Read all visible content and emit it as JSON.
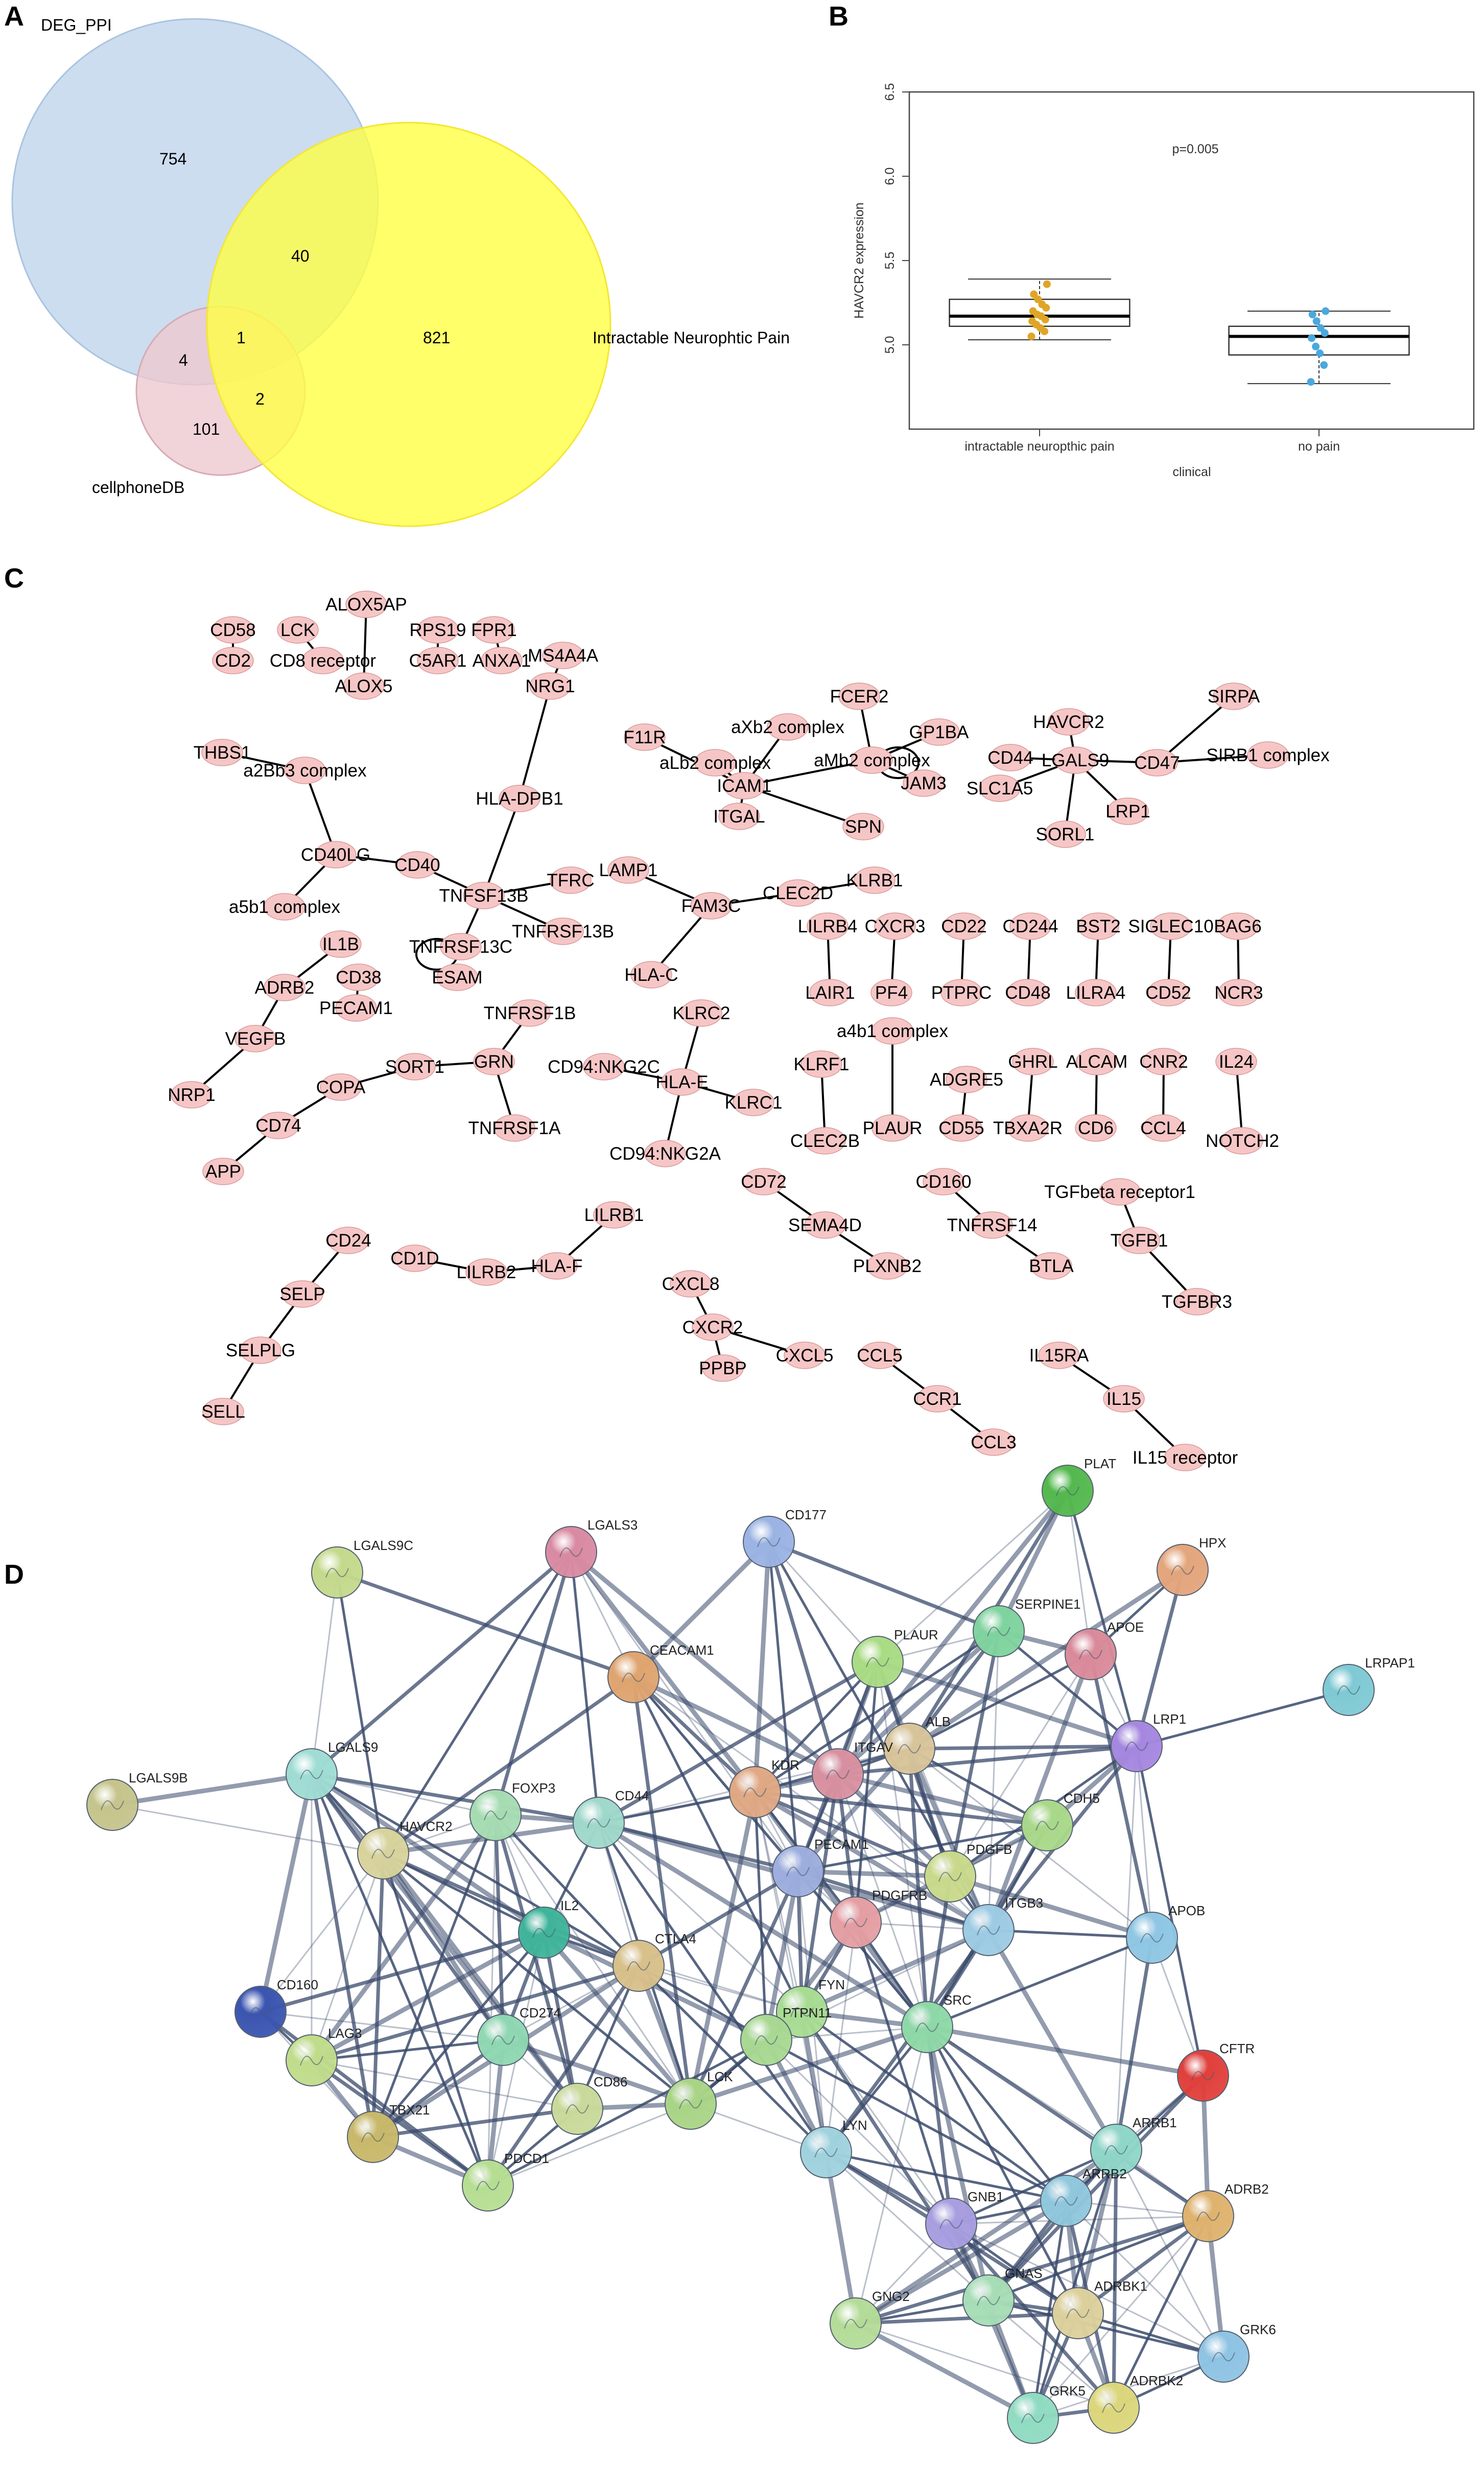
{
  "panel_labels": [
    "A",
    "B",
    "C",
    "D"
  ],
  "venn": {
    "sets": [
      "DEG_PPI",
      "Intractable Neurophtic Pain",
      "cellphoneDB"
    ],
    "colors": {
      "DEG_PPI": "#c6d9ee",
      "Intractable Neurophtic Pain": "#ffff44",
      "cellphoneDB": "#ecc9cf"
    },
    "counts": {
      "DEG_PPI_only": "754",
      "DEG_PPI_and_pain": "40",
      "pain_only": "821",
      "all_three": "1",
      "DEG_PPI_and_cellphoneDB": "4",
      "cellphoneDB_and_pain": "2",
      "cellphoneDB_only": "101"
    }
  },
  "chart_data": {
    "type": "box",
    "title": "",
    "xlabel": "clinical",
    "ylabel": "HAVCR2 expression",
    "ylim": [
      4.5,
      6.5
    ],
    "y_ticks": [
      "5.0",
      "5.5",
      "6.0",
      "6.5"
    ],
    "annotation": "p=0.005",
    "grid": false,
    "categories": [
      "intractable neuropthic pain",
      "no pain"
    ],
    "boxes": [
      {
        "category": "intractable neuropthic pain",
        "color": "#e0a526",
        "whisker_low": 5.03,
        "q1": 5.11,
        "median": 5.17,
        "q3": 5.27,
        "whisker_high": 5.39,
        "points": [
          5.05,
          5.08,
          5.1,
          5.12,
          5.14,
          5.15,
          5.17,
          5.18,
          5.2,
          5.22,
          5.24,
          5.27,
          5.3,
          5.36
        ]
      },
      {
        "category": "no pain",
        "color": "#4aa8df",
        "whisker_low": 4.77,
        "q1": 4.94,
        "median": 5.05,
        "q3": 5.11,
        "whisker_high": 5.2,
        "points": [
          4.78,
          4.88,
          4.95,
          4.99,
          5.04,
          5.07,
          5.1,
          5.14,
          5.18,
          5.2
        ]
      }
    ]
  },
  "network": {
    "nodes": [
      "CD58",
      "CD2",
      "LCK",
      "CD8 receptor",
      "ALOX5AP",
      "ALOX5",
      "RPS19",
      "C5AR1",
      "FPR1",
      "ANXA1",
      "MS4A4A",
      "NRG1",
      "THBS1",
      "a2Bb3 complex",
      "HLA-DPB1",
      "CD40LG",
      "CD40",
      "TNFSF13B",
      "TFRC",
      "TNFRSF13B",
      "TNFRSF13C",
      "ESAM",
      "a5b1 complex",
      "IL1B",
      "ADRB2",
      "VEGFB",
      "NRP1",
      "CD38",
      "PECAM1",
      "TNFRSF1B",
      "GRN",
      "SORT1",
      "TNFRSF1A",
      "COPA",
      "CD74",
      "APP",
      "F11R",
      "aXb2 complex",
      "FCER2",
      "GP1BA",
      "aLb2 complex",
      "aMb2 complex",
      "ICAM1",
      "JAM3",
      "ITGAL",
      "SPN",
      "LAMP1",
      "FAM3C",
      "CLEC2D",
      "KLRB1",
      "HLA-C",
      "HAVCR2",
      "SIRPA",
      "CD44",
      "CD47",
      "SIRB1 complex",
      "LGALS9",
      "SLC1A5",
      "LRP1",
      "SORL1",
      "LILRB4",
      "LAIR1",
      "CXCR3",
      "PF4",
      "CD22",
      "PTPRC",
      "CD244",
      "CD48",
      "BST2",
      "LILRA4",
      "SIGLEC10",
      "CD52",
      "BAG6",
      "NCR3",
      "KLRC2",
      "CD94:NKG2C",
      "HLA-E",
      "KLRC1",
      "CD94:NKG2A",
      "a4b1 complex",
      "KLRF1",
      "CLEC2B",
      "PLAUR",
      "ADGRE5",
      "CD55",
      "GHRL",
      "TBXA2R",
      "ALCAM",
      "CD6",
      "CNR2",
      "CCL4",
      "IL24",
      "NOTCH2",
      "CD72",
      "SEMA4D",
      "PLXNB2",
      "CD160",
      "TNFRSF14",
      "BTLA",
      "TGFbeta receptor1",
      "TGFB1",
      "TGFBR3",
      "LILRB1",
      "CD1D",
      "LILRB2",
      "HLA-F",
      "CD24",
      "SELP",
      "SELPLG",
      "SELL",
      "CXCL8",
      "CXCR2",
      "CXCL5",
      "PPBP",
      "CCL5",
      "CCR1",
      "CCL3",
      "IL15RA",
      "IL15",
      "IL15 receptor"
    ],
    "node_fill": "#f6c6c6"
  },
  "ppi": {
    "nodes": [
      {
        "name": "PLAT",
        "color": "#54b84e"
      },
      {
        "name": "HPX",
        "color": "#e3a57c"
      },
      {
        "name": "CD177",
        "color": "#9ab3e3"
      },
      {
        "name": "LGALS3",
        "color": "#d98aa2"
      },
      {
        "name": "LGALS9C",
        "color": "#c4d98c"
      },
      {
        "name": "SERPINE1",
        "color": "#7fd39e"
      },
      {
        "name": "APOE",
        "color": "#d98a9a"
      },
      {
        "name": "LRPAP1",
        "color": "#7fc9d4"
      },
      {
        "name": "CEACAM1",
        "color": "#dfa46f"
      },
      {
        "name": "PLAUR",
        "color": "#a9db84"
      },
      {
        "name": "LRP1",
        "color": "#a587e0"
      },
      {
        "name": "LGALS9B",
        "color": "#c5c48c"
      },
      {
        "name": "LGALS9",
        "color": "#9fdcd4"
      },
      {
        "name": "ALB",
        "color": "#d8c49a"
      },
      {
        "name": "ITGAV",
        "color": "#d890a0"
      },
      {
        "name": "KDR",
        "color": "#e0a884"
      },
      {
        "name": "FOXP3",
        "color": "#a6dcb2"
      },
      {
        "name": "CD44",
        "color": "#9fd8cb"
      },
      {
        "name": "CDH5",
        "color": "#a8d889"
      },
      {
        "name": "HAVCR2",
        "color": "#d8d39c"
      },
      {
        "name": "PECAM1",
        "color": "#9cadde"
      },
      {
        "name": "PDGFB",
        "color": "#c9d98b"
      },
      {
        "name": "PDGFRB",
        "color": "#e49ea3"
      },
      {
        "name": "ITGB3",
        "color": "#9ccbe3"
      },
      {
        "name": "APOB",
        "color": "#8ec6e3"
      },
      {
        "name": "IL2",
        "color": "#3fb49a"
      },
      {
        "name": "CTLA4",
        "color": "#d8c08a"
      },
      {
        "name": "CD160",
        "color": "#3b55b0"
      },
      {
        "name": "FYN",
        "color": "#a8dc92"
      },
      {
        "name": "SRC",
        "color": "#8ed8a7"
      },
      {
        "name": "CFTR",
        "color": "#e0403c"
      },
      {
        "name": "CD274",
        "color": "#8fd7b2"
      },
      {
        "name": "PTPN11",
        "color": "#a8d892"
      },
      {
        "name": "LAG3",
        "color": "#c0dc8b"
      },
      {
        "name": "CD86",
        "color": "#c9d99a"
      },
      {
        "name": "LCK",
        "color": "#a9d486"
      },
      {
        "name": "TBX21",
        "color": "#c8b86a"
      },
      {
        "name": "PDCD1",
        "color": "#b6de92"
      },
      {
        "name": "LYN",
        "color": "#9fd2de"
      },
      {
        "name": "ARRB1",
        "color": "#8fd6c8"
      },
      {
        "name": "ARRB2",
        "color": "#8fc7dc"
      },
      {
        "name": "ADRB2",
        "color": "#dfb26e"
      },
      {
        "name": "GNB1",
        "color": "#a79de0"
      },
      {
        "name": "GNAS",
        "color": "#a6ddb6"
      },
      {
        "name": "ADRBK1",
        "color": "#dcd09c"
      },
      {
        "name": "GNG2",
        "color": "#b4dc98"
      },
      {
        "name": "GRK6",
        "color": "#8ec3e3"
      },
      {
        "name": "GRK5",
        "color": "#8fdbc1"
      },
      {
        "name": "ADRBK2",
        "color": "#dbd67b"
      }
    ]
  }
}
